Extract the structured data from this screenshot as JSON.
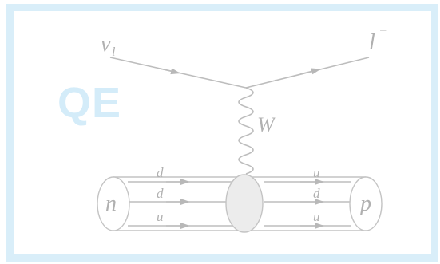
{
  "title": "QE",
  "particles": {
    "neutrino": "v",
    "neutrino_sub": "l",
    "lepton": "l",
    "lepton_sup": "−",
    "boson": "W",
    "neutron": "n",
    "proton": "p"
  },
  "quarks": {
    "incoming": [
      "d",
      "d",
      "u"
    ],
    "outgoing": [
      "u",
      "d",
      "u"
    ]
  },
  "colors": {
    "frame": "#d9eef9",
    "title": "#d4ecf9",
    "line": "#b8b8b8",
    "text": "#b0b0b0"
  }
}
